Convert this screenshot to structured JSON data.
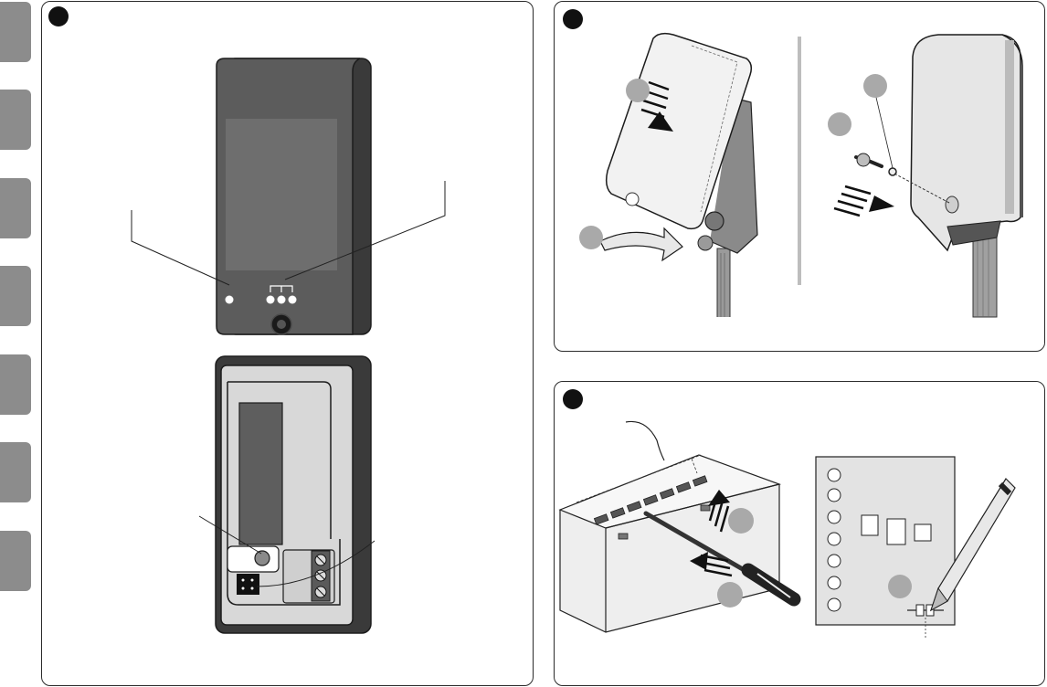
{
  "page": {
    "background": "#ffffff",
    "tab_color": "#8c8c8c",
    "frame_color": "#2b2b2b"
  },
  "side_tabs": {
    "count": 7
  },
  "panels": [
    {
      "id": "device-overview",
      "number": "",
      "icons": [
        "led-indicator",
        "terminal-block",
        "connector"
      ]
    },
    {
      "id": "cover-mounting",
      "number": "",
      "icons": [
        "screw-icon",
        "washer-icon",
        "arrow-icon"
      ]
    },
    {
      "id": "opening-and-cutting",
      "number": "",
      "icons": [
        "screwdriver-icon",
        "cutter-knife-icon"
      ]
    }
  ],
  "callout_markers": {
    "color": "#a9a9a9"
  }
}
